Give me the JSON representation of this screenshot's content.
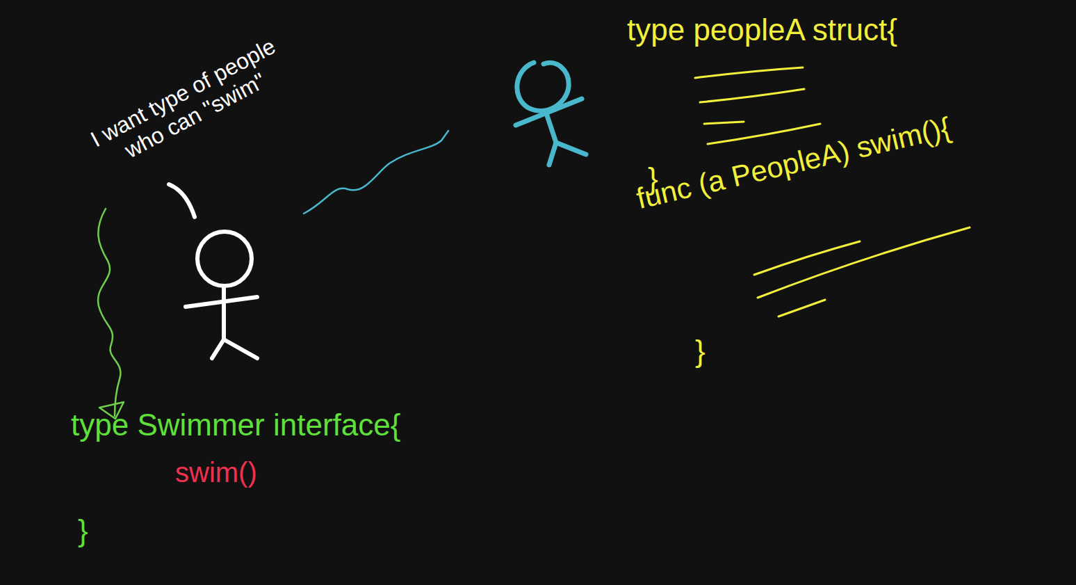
{
  "diagram": {
    "labels": [
      "I want type of people who can \"swim\"",
      "type Swimmer interface{",
      "swim()",
      "}",
      "type peopleA struct{",
      "}",
      "func (a PeopleA) swim(){",
      "}"
    ]
  }
}
